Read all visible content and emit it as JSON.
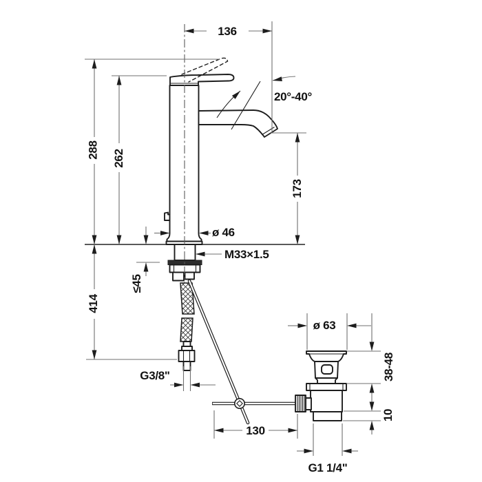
{
  "dims": {
    "spout_reach": "136",
    "handle_angle": "20°-40°",
    "total_height": "288",
    "body_height": "262",
    "spout_height": "173",
    "body_diameter": "ø 46",
    "mount_thread": "M33×1.5",
    "max_deck_thickness": "≤45",
    "hose_height": "414",
    "supply_thread": "G3/8\"",
    "drain_flange_diameter": "ø 63",
    "drain_deck_range": "38-48",
    "drain_ten": "10",
    "rod_offset": "130",
    "drain_thread": "G1 1/4\""
  },
  "colors": {
    "object_line": "#1d1d1d",
    "dimension_line": "#6f6f6f",
    "text": "#111111",
    "background": "#ffffff"
  }
}
